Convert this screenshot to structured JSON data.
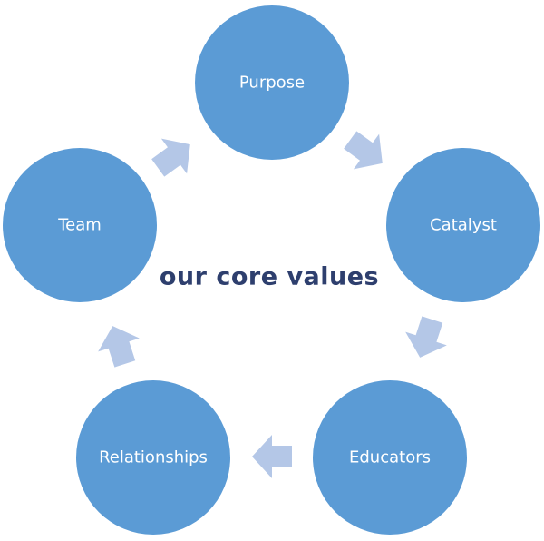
{
  "diagram": {
    "center_text": "our core values",
    "nodes": [
      {
        "label": "Purpose"
      },
      {
        "label": "Catalyst"
      },
      {
        "label": "Educators"
      },
      {
        "label": "Relationships"
      },
      {
        "label": "Team"
      }
    ],
    "colors": {
      "node_fill": "#5b9bd5",
      "node_text": "#ffffff",
      "arrow_fill": "#b4c7e7",
      "center_text": "#2e3f6e"
    }
  }
}
